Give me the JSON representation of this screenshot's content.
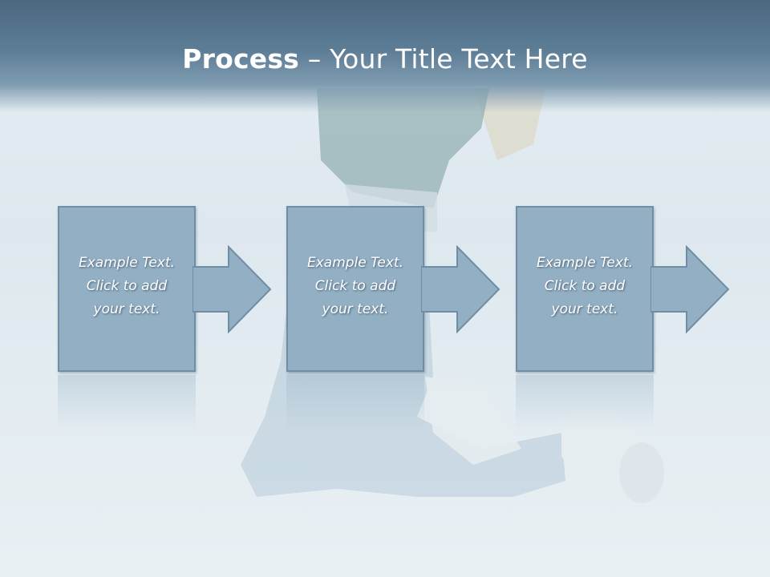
{
  "slide": {
    "title_bold": "Process",
    "title_rest": " – Your Title Text Here"
  },
  "steps": [
    {
      "text": "Example Text.\nClick  to add\nyour text."
    },
    {
      "text": "Example Text.\nClick  to add\nyour text."
    },
    {
      "text": "Example Text.\nClick  to add\nyour text."
    }
  ],
  "colors": {
    "header": "#5d7d96",
    "box_fill": "#93afc4",
    "box_border": "#6f8ea6",
    "background": "#e4edf2"
  }
}
